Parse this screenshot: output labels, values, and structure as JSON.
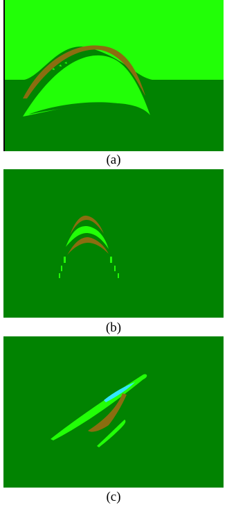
{
  "panels": [
    {
      "caption": "(a)"
    },
    {
      "caption": "(b)"
    },
    {
      "caption": "(c)"
    }
  ],
  "colors": {
    "dark_green": "#018301",
    "bright_green": "#22ff07",
    "olive": "#8a6d10",
    "cyan": "#33e6ff",
    "black": "#000000"
  }
}
